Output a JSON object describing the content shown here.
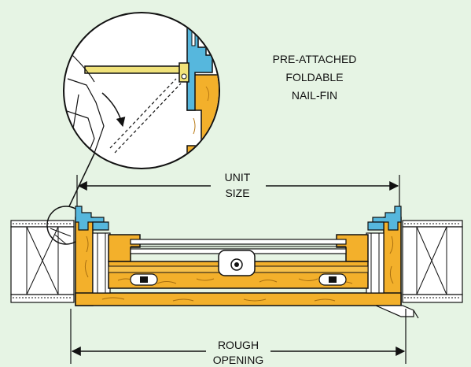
{
  "colors": {
    "background": "#e6f4e4",
    "wood": "#f3b02b",
    "wood_light": "#f6c04a",
    "metal_blue": "#56b7dd",
    "fin_yellow": "#f0e27a",
    "line": "#111111"
  },
  "callout": {
    "line1": "PRE-ATTACHED",
    "line2": "FOLDABLE",
    "line3": "NAIL-FIN"
  },
  "dimensions": {
    "unit_size_line1": "UNIT",
    "unit_size_line2": "SIZE",
    "rough_opening_line1": "ROUGH",
    "rough_opening_line2": "OPENING"
  }
}
